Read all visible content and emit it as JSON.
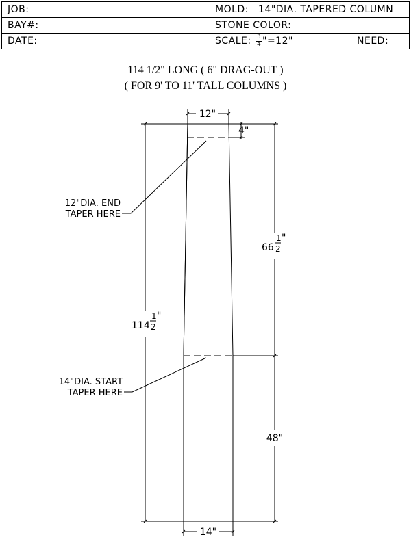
{
  "title_block": {
    "job_label": "JOB:",
    "bay_label": "BAY#:",
    "date_label": "DATE:",
    "mold_label": "MOLD:",
    "mold_value": "14\"DIA. TAPERED COLUMN",
    "stone_color_label": "STONE COLOR:",
    "scale_label": "SCALE:",
    "scale_num": "3",
    "scale_den": "4",
    "scale_rest": "\"=12\"",
    "need_label": "NEED:"
  },
  "heading": {
    "line1": "114 1/2\" LONG ( 6\" DRAG-OUT )",
    "line2": "( FOR 9' TO 11' TALL COLUMNS )"
  },
  "drawing": {
    "top_width": "12\"",
    "top_offset": "4\"",
    "upper_whole": "66",
    "upper_num": "1",
    "upper_den": "2",
    "upper_unit": "\"",
    "overall_whole": "114",
    "overall_num": "1",
    "overall_den": "2",
    "overall_unit": "\"",
    "lower_length": "48\"",
    "bottom_width": "14\"",
    "note_end_line1": "12\"DIA. END",
    "note_end_line2": "TAPER HERE",
    "note_start_line1": "14\"DIA. START",
    "note_start_line2": "TAPER HERE"
  }
}
